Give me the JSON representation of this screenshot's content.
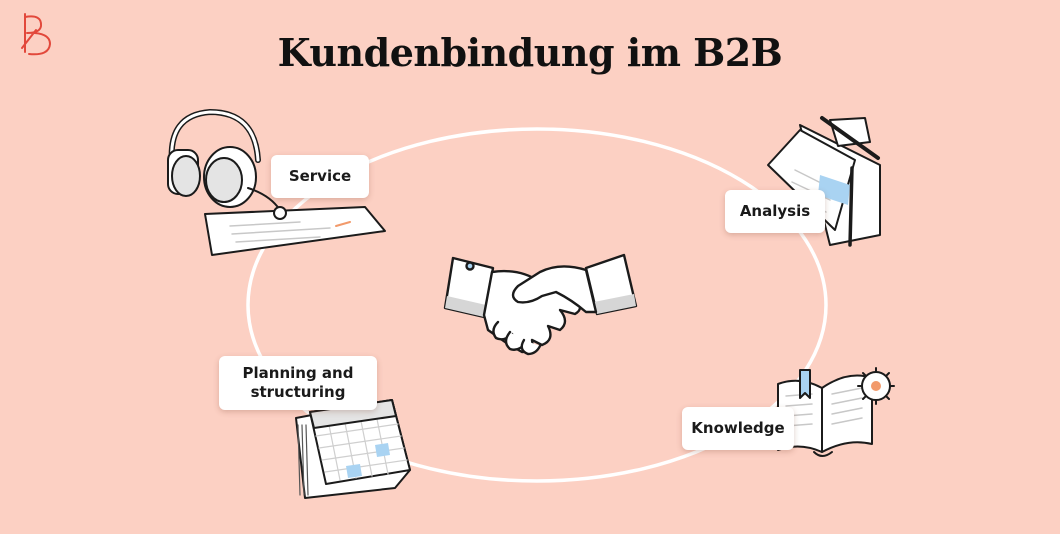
{
  "title": "Kundenbindung im B2B",
  "logo": {
    "icon": "brand-logo-icon",
    "color": "#e2483b"
  },
  "colors": {
    "background": "#fcd0c3",
    "ring": "#ffffff",
    "accent_blue": "#a9d3f2",
    "accent_orange": "#f29a6b"
  },
  "cycle": {
    "labels": {
      "service": "Service",
      "analysis": "Analysis",
      "planning_line1": "Planning and",
      "planning_line2": "structuring",
      "knowledge": "Knowledge"
    },
    "icons": {
      "service": "headset-icon",
      "analysis": "documents-icon",
      "planning": "calendar-icon",
      "knowledge": "book-gear-icon",
      "center": "handshake-icon"
    }
  }
}
